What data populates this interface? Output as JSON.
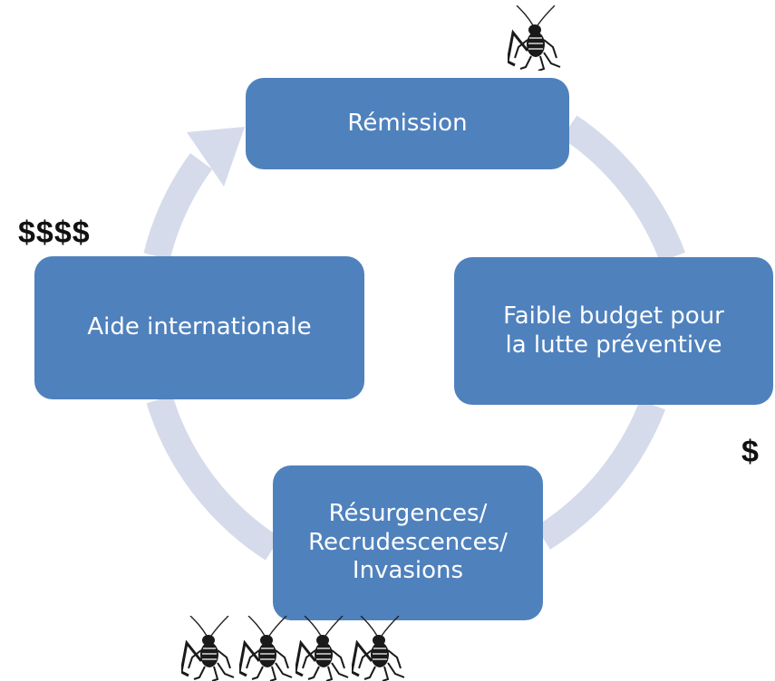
{
  "diagram": {
    "type": "cycle",
    "nodes": {
      "top": "Rémission",
      "right": "Faible budget pour\nla lutte préventive",
      "bottom": "Résurgences/\nRecrudescences/\nInvasions",
      "left": "Aide internationale"
    },
    "annotations": {
      "left_money": "$$$$",
      "right_money": "$"
    },
    "icons": {
      "locust": "locust-icon",
      "top_count": 1,
      "bottom_count": 4
    },
    "colors": {
      "box": "#4f81bd",
      "box_text": "#ffffff",
      "arrow": "#d5dbea",
      "money": "#111111"
    }
  }
}
